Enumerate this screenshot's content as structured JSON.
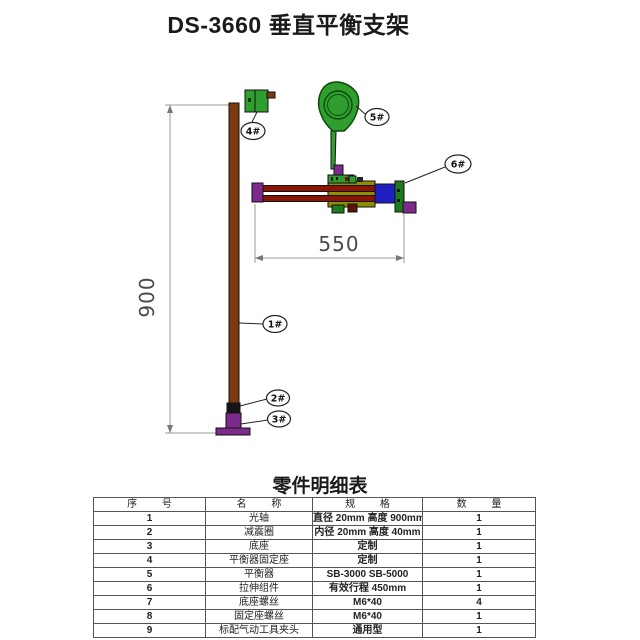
{
  "page": {
    "title": "DS-3660 垂直平衡支架"
  },
  "diagram": {
    "dim_vertical": "900",
    "dim_horizontal": "550",
    "callouts": [
      {
        "label": "1#"
      },
      {
        "label": "2#"
      },
      {
        "label": "3#"
      },
      {
        "label": "4#"
      },
      {
        "label": "5#"
      },
      {
        "label": "6#"
      }
    ],
    "colors": {
      "pole_brown": "#7a3a10",
      "bright_green": "#2f9e2f",
      "dark_green": "#1d7a1d",
      "olive": "#8f8f00",
      "rod_red": "#8b1505",
      "blue": "#2020c0",
      "purple": "#7d2a8d",
      "ring_black": "#151515"
    }
  },
  "parts_table": {
    "title": "零件明细表",
    "headers": [
      "序 号",
      "名 称",
      "规 格",
      "数 量"
    ],
    "rows": [
      {
        "no": "1",
        "name": "光轴",
        "spec": "直径 20mm 高度 900mm",
        "qty": "1"
      },
      {
        "no": "2",
        "name": "减震圈",
        "spec": "内径 20mm 高度 40mm",
        "qty": "1"
      },
      {
        "no": "3",
        "name": "底座",
        "spec": "定制",
        "qty": "1"
      },
      {
        "no": "4",
        "name": "平衡器固定座",
        "spec": "定制",
        "qty": "1"
      },
      {
        "no": "5",
        "name": "平衡器",
        "spec": "SB-3000 SB-5000",
        "qty": "1"
      },
      {
        "no": "6",
        "name": "拉伸组件",
        "spec": "有效行程 450mm",
        "qty": "1"
      },
      {
        "no": "7",
        "name": "底座螺丝",
        "spec": "M6*40",
        "qty": "4"
      },
      {
        "no": "8",
        "name": "固定座螺丝",
        "spec": "M6*40",
        "qty": "1"
      },
      {
        "no": "9",
        "name": "标配气动工具夹头",
        "spec": "通用型",
        "qty": "1"
      }
    ]
  }
}
